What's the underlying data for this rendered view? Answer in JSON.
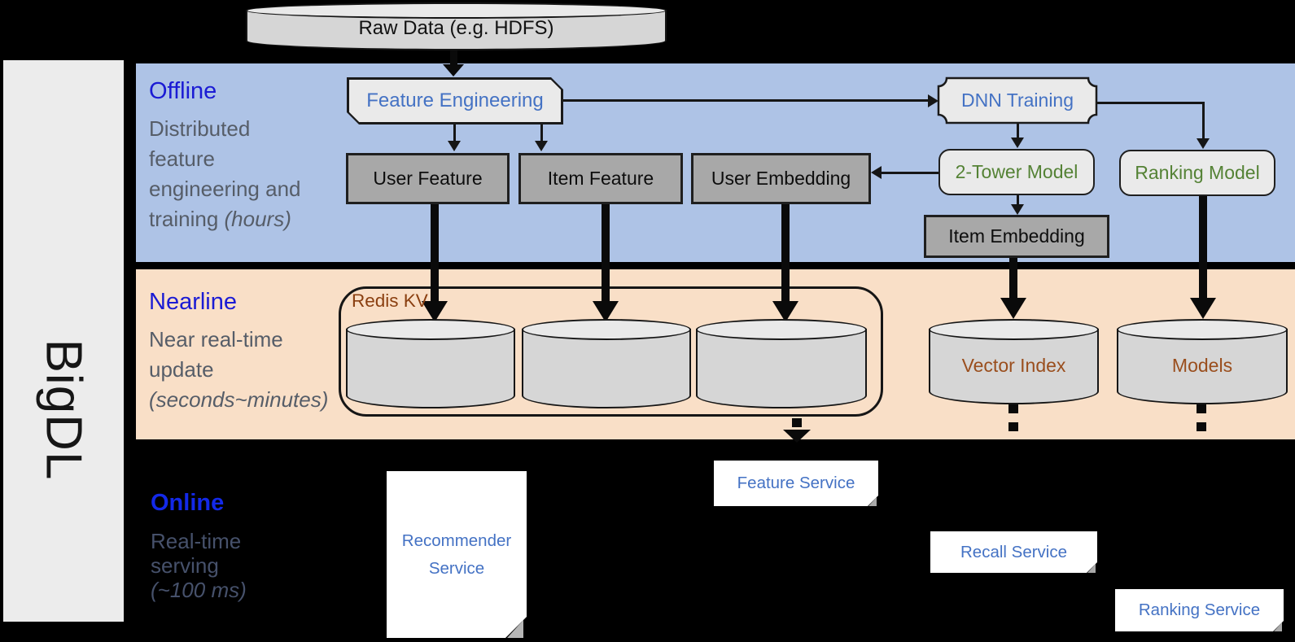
{
  "brand": "BigDL",
  "raw_data_label": "Raw Data (e.g. HDFS)",
  "sections": {
    "offline": {
      "title": "Offline",
      "desc": "Distributed\nfeature\nengineering and\ntraining ",
      "desc_italic": "(hours)"
    },
    "nearline": {
      "title": "Nearline",
      "desc": "Near real-time\nupdate\n",
      "desc_italic": "(seconds~minutes)"
    },
    "online": {
      "title": "Online",
      "desc": "Real-time\nserving\n",
      "desc_italic": "(~100 ms)"
    }
  },
  "nodes": {
    "feature_engineering": "Feature Engineering",
    "dnn_training": "DNN Training",
    "user_feature": "User Feature",
    "item_feature": "Item Feature",
    "user_embedding": "User Embedding",
    "two_tower_model": "2-Tower Model",
    "ranking_model": "Ranking Model",
    "item_embedding": "Item Embedding",
    "redis_kv": "Redis KV",
    "vector_index": "Vector Index",
    "models": "Models"
  },
  "services": {
    "recommender_line1": "Recommender",
    "recommender_line2": "Service",
    "feature_service": "Feature Service",
    "recall_service": "Recall Service",
    "ranking_service": "Ranking Service"
  },
  "colors": {
    "offline_bg": "#aec3e6",
    "nearline_bg": "#f9dfc7",
    "online_bg": "#000000",
    "section_title_blue": "#1b1bd4",
    "online_title_blue": "#1329e8",
    "shape_text_blue": "#4472c4",
    "model_text_green": "#548235",
    "storage_text_brown": "#9a4e1d",
    "sidebar_bg": "#ececec"
  }
}
